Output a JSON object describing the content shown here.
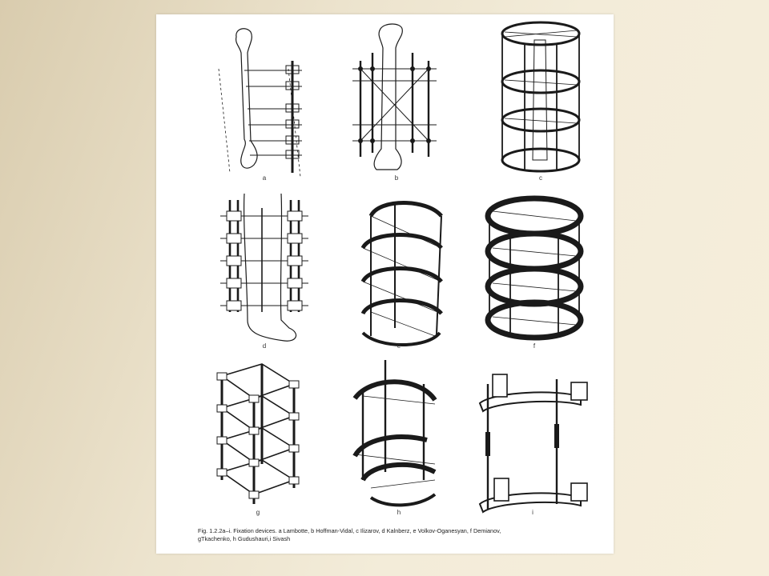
{
  "figure": {
    "panels": [
      {
        "label": "a",
        "device": "Lambotte"
      },
      {
        "label": "b",
        "device": "Hoffman-Vidal"
      },
      {
        "label": "c",
        "device": "Ilizarov"
      },
      {
        "label": "d",
        "device": "Kalnberz"
      },
      {
        "label": "e",
        "device": "Volkov-Oganesyan"
      },
      {
        "label": "f",
        "device": "Demianov"
      },
      {
        "label": "g",
        "device": "Tkachenko"
      },
      {
        "label": "h",
        "device": "Gudushauri"
      },
      {
        "label": "i",
        "device": "Sivash"
      }
    ],
    "caption_line1": "Fig. 1.2.2a–i.  Fixation devices. a Lambotte, b Hoffman-Vidal, c Ilizarov, d Kalnberz, e Volkov-Oganesyan, f Demianov,",
    "caption_line2": "gTkachenko, h Gudushauri,i Sivash"
  },
  "colors": {
    "background_left": "#d9ccae",
    "background_right": "#f6eedb",
    "sheet": "#ffffff",
    "ink": "#1a1a1a"
  }
}
